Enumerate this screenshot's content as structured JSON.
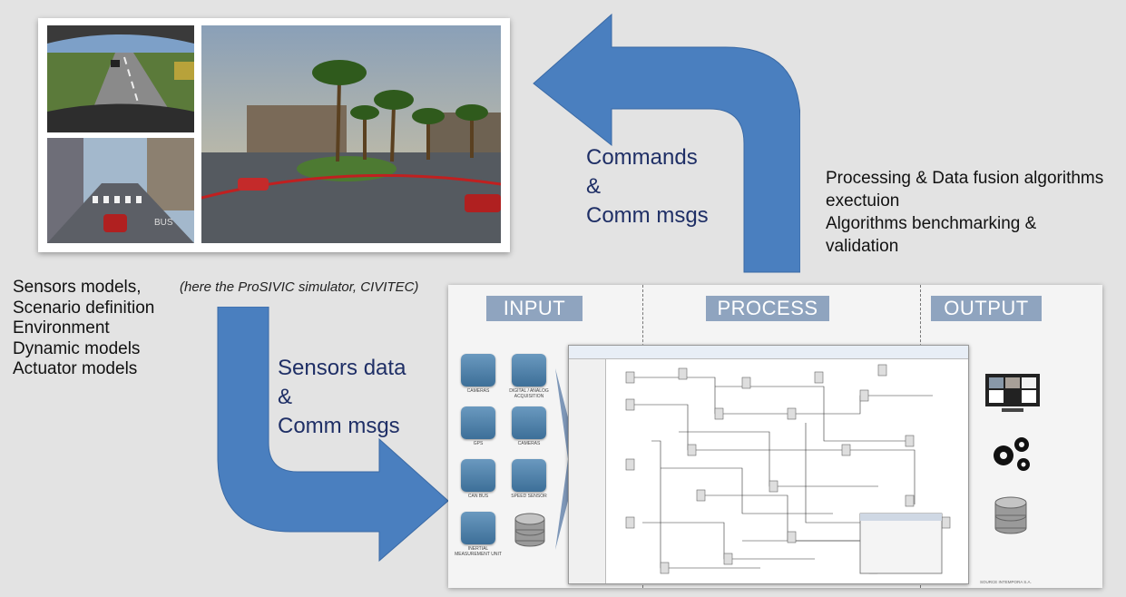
{
  "simulator_note": "(here the ProSIVIC simulator, CIVITEC)",
  "left_list": [
    "Sensors models,",
    "Scenario definition",
    "Environment",
    "Dynamic models",
    "Actuator models"
  ],
  "commands_label": [
    "Commands",
    "&",
    "Comm msgs"
  ],
  "sensors_label": [
    "Sensors data",
    "&",
    "Comm msgs"
  ],
  "right_text": [
    "Processing & Data fusion algorithms",
    "exectuion",
    "Algorithms benchmarking &",
    "validation"
  ],
  "headers": {
    "input": "INPUT",
    "process": "PROCESS",
    "output": "OUTPUT"
  },
  "input_tiles": [
    "CAMERAS",
    "DIGITAL / ANALOG ACQUISITION",
    "GPS",
    "CAMERAS",
    "CAN BUS",
    "SPEED SENSOR",
    "INERTIAL MEASUREMENT UNIT"
  ],
  "source_credit": "SOURCE INTEMPORA S.A.",
  "colors": {
    "arrow": "#4a7fbf",
    "header": "#8fa4bf",
    "text_blue": "#1f2f66",
    "background": "#e3e3e3"
  },
  "icons": [
    "camera-icon",
    "waveform-icon",
    "gps-icon",
    "camera-icon",
    "can-bus-icon",
    "speed-icon",
    "imu-icon",
    "database-icon",
    "monitor-icon",
    "gears-icon",
    "database-icon"
  ]
}
